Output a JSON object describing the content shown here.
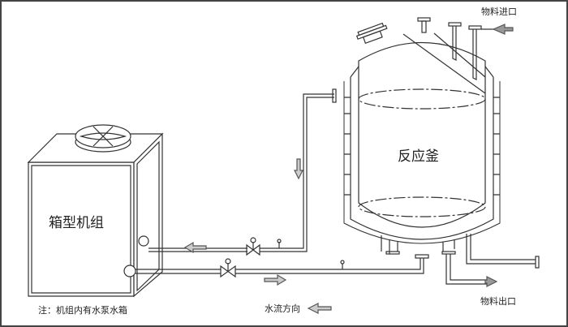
{
  "labels": {
    "unit": "箱型机组",
    "reactor": "反应釜",
    "material_inlet": "物料进口",
    "material_outlet": "物料出口",
    "note": "注：机组内有水泵水箱",
    "flow_direction": "水流方向"
  },
  "colors": {
    "line": "#333333",
    "arrow": "#888888"
  }
}
